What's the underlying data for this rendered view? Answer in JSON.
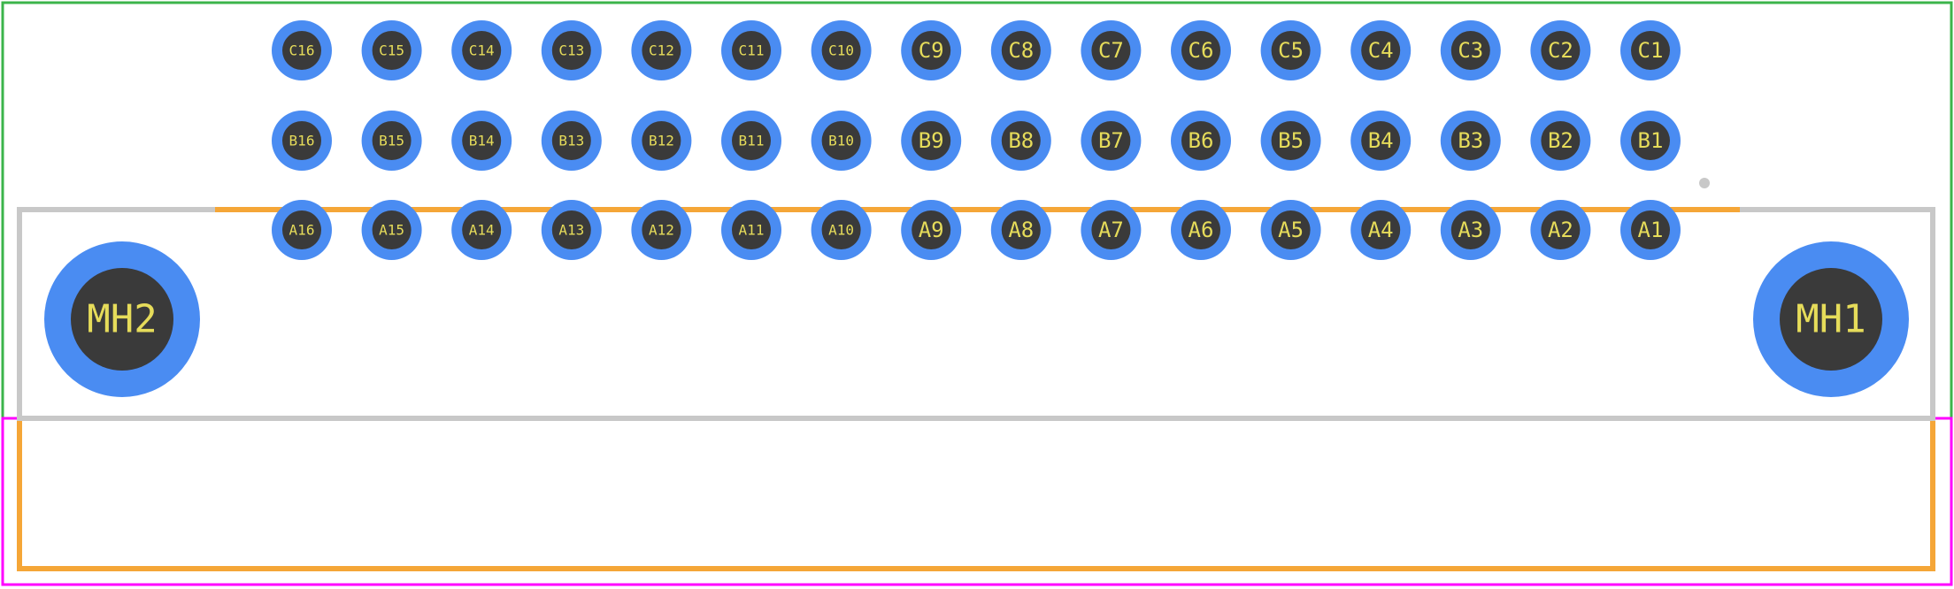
{
  "footprint": {
    "rows": [
      {
        "row": "C",
        "pins": [
          "C16",
          "C15",
          "C14",
          "C13",
          "C12",
          "C11",
          "C10",
          "C9",
          "C8",
          "C7",
          "C6",
          "C5",
          "C4",
          "C3",
          "C2",
          "C1"
        ]
      },
      {
        "row": "B",
        "pins": [
          "B16",
          "B15",
          "B14",
          "B13",
          "B12",
          "B11",
          "B10",
          "B9",
          "B8",
          "B7",
          "B6",
          "B5",
          "B4",
          "B3",
          "B2",
          "B1"
        ]
      },
      {
        "row": "A",
        "pins": [
          "A16",
          "A15",
          "A14",
          "A13",
          "A12",
          "A11",
          "A10",
          "A9",
          "A8",
          "A7",
          "A6",
          "A5",
          "A4",
          "A3",
          "A2",
          "A1"
        ]
      }
    ],
    "mounting_holes": {
      "left": "MH2",
      "right": "MH1"
    }
  },
  "colors": {
    "pad_ring": "#4a8cf2",
    "pad_hole": "#3a3a3a",
    "pad_text": "#e6dc5a",
    "courtyard_top": "#3cb44b",
    "courtyard_bottom": "#ff00ff",
    "silkscreen": "#c8c8c8",
    "assembly": "#f5a637"
  }
}
